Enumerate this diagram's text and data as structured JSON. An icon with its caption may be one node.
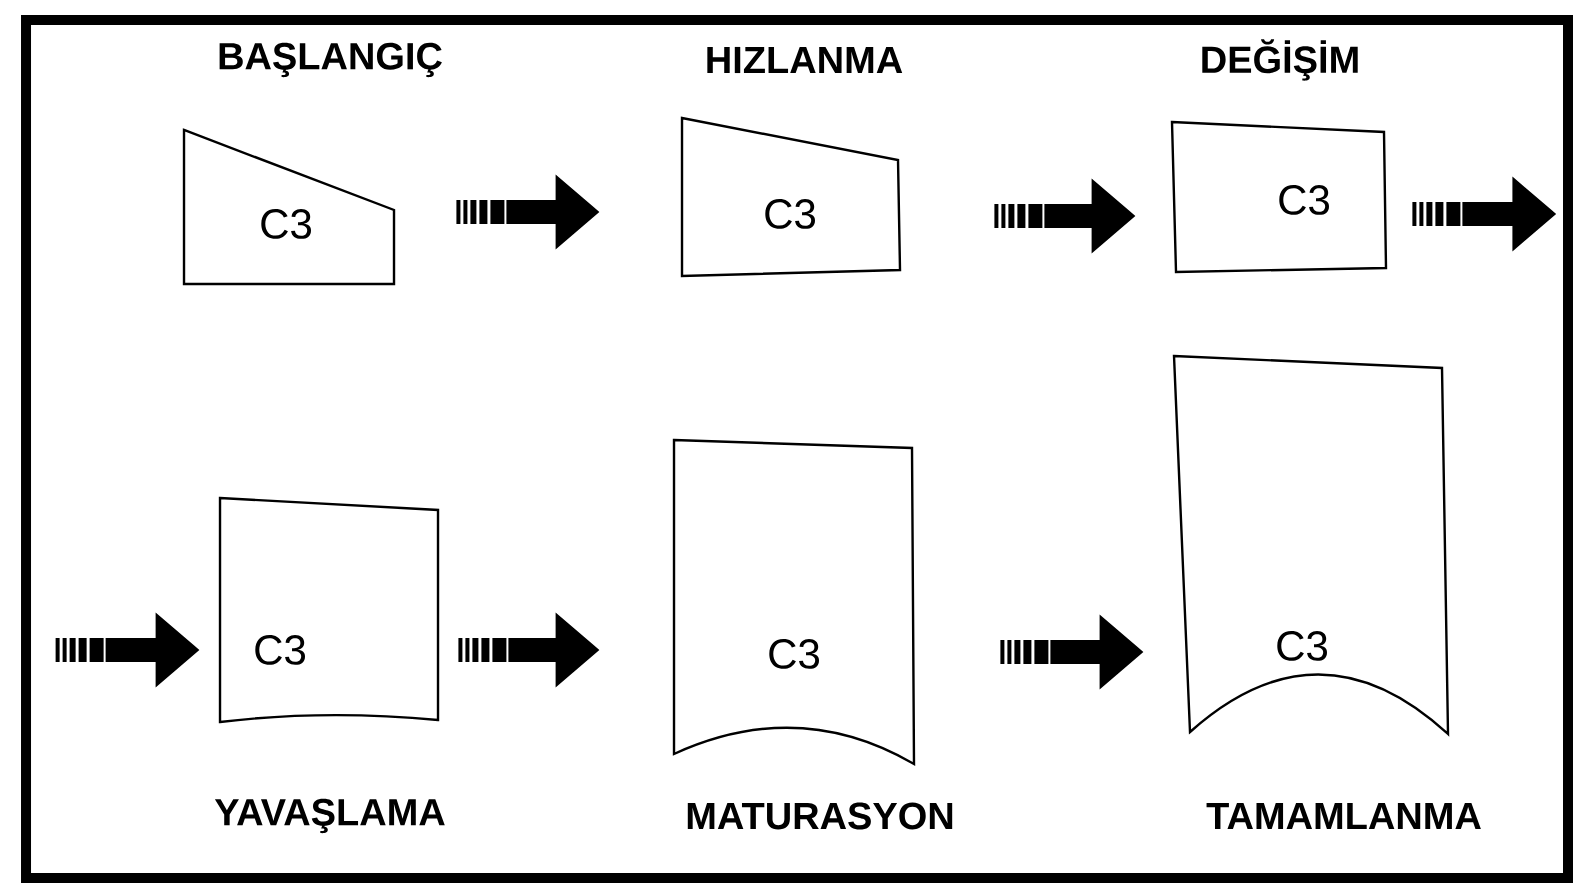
{
  "diagram": {
    "nodes": [
      {
        "text": [
          "C3"
        ],
        "beside": [
          "BAŞLANGIÇ"
        ]
      },
      {
        "text": [
          "C3"
        ],
        "beside": [
          "HIZLANMA"
        ]
      },
      {
        "text": [
          "C3"
        ],
        "beside": [
          "DEĞİŞİM"
        ]
      },
      {
        "text": [
          "C3"
        ],
        "beside": [
          "YAVAŞLAMA"
        ]
      },
      {
        "text": [
          "C3"
        ],
        "beside": [
          "MATURASYON"
        ]
      },
      {
        "text": [
          "C3"
        ],
        "beside": [
          "TAMAMLANMA"
        ]
      }
    ],
    "edges": [
      {
        "from": 0,
        "to": 1,
        "arrow": "to"
      },
      {
        "from": 1,
        "to": 2,
        "arrow": "to"
      },
      {
        "from": 2,
        "to": null,
        "arrow": "to"
      },
      {
        "from": null,
        "to": 3,
        "arrow": "to"
      },
      {
        "from": 3,
        "to": 4,
        "arrow": "to"
      },
      {
        "from": 4,
        "to": 5,
        "arrow": "to"
      }
    ]
  }
}
